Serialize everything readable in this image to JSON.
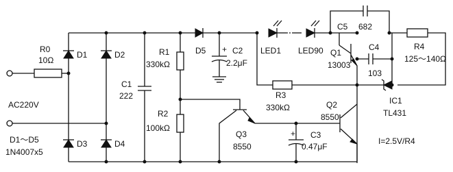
{
  "labels": {
    "r0_name": "R0",
    "r0_value": "10Ω",
    "d1": "D1",
    "d2": "D2",
    "d3": "D3",
    "d4": "D4",
    "input": "AC220V",
    "diodes_range": "D1～D5",
    "diodes_part": "1N4007x5",
    "c1_name": "C1",
    "c1_value": "222",
    "r1_name": "R1",
    "r1_value": "330kΩ",
    "r2_name": "R2",
    "r2_value": "100kΩ",
    "d5": "D5",
    "c2_name": "C2",
    "c2_value": "2.2μF",
    "led1": "LED1",
    "led90": "LED90",
    "c5_name": "C5",
    "c5_value": "682",
    "q1_name": "Q1",
    "q1_part": "13003",
    "c4_name": "C4",
    "c4_value": "103",
    "r4_name": "R4",
    "r4_value": "125～140Ω",
    "r3_name": "R3",
    "r3_value": "330kΩ",
    "q2_name": "Q2",
    "q2_part": "8550",
    "ic1_name": "IC1",
    "ic1_part": "TL431",
    "q3_name": "Q3",
    "q3_part": "8550",
    "c3_name": "C3",
    "c3_value": "0.47μF",
    "formula": "I=2.5V/R4",
    "plus": "+"
  }
}
